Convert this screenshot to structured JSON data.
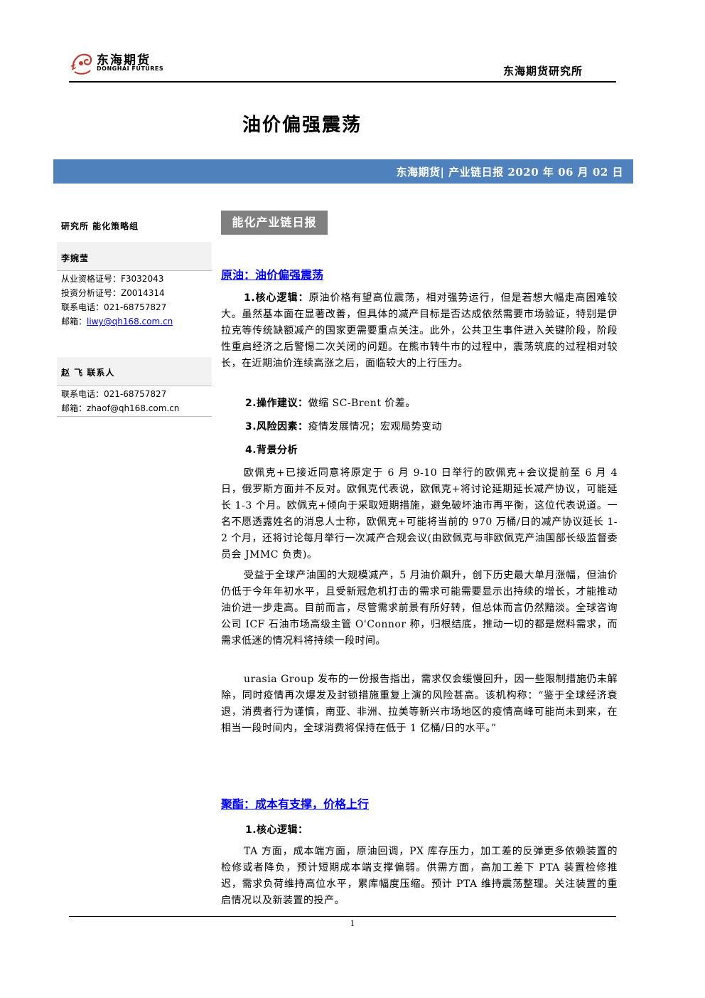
{
  "header": {
    "logo_cn": "东海期货",
    "logo_en": "DONGHAI FUTURES",
    "institute": "东海期货研究所"
  },
  "title": "油价偏强震荡",
  "banner": "东海期货| 产业链日报 2020 年 06 月 02 日",
  "sidebar": {
    "dept": "研究所   能化策略组",
    "analyst1": {
      "name": "李婉莹",
      "qual": "从业资格证号：F3032043",
      "invest": "投资分析证号：Z0014314",
      "phone": "联系电话：021-68757827",
      "email_label": "邮箱：",
      "email": "liwy@qh168.com.cn"
    },
    "analyst2": {
      "name": "赵  飞     联系人",
      "phone": "联系电话：021-68757827",
      "email": "邮箱：zhaof@qh168.com.cn"
    }
  },
  "tag": "能化产业链日报",
  "sections": {
    "crude": {
      "heading": "原油：油价偏强震荡",
      "item1_label": "1.核心逻辑：",
      "item1_text": "原油价格有望高位震荡，相对强势运行，但是若想大幅走高困难较大。虽然基本面在显著改善，但具体的减产目标是否达成依然需要市场验证，特别是伊拉克等传统缺额减产的国家更需要重点关注。此外，公共卫生事件进入关键阶段，阶段性重启经济之后警惕二次关闭的问题。在熊市转牛市的过程中，震荡筑底的过程相对较长，在近期油价连续高涨之后，面临较大的上行压力。",
      "item2_label": "2.操作建议：",
      "item2_text": "做缩 SC-Brent 价差。",
      "item3_label": "3.风险因素：",
      "item3_text": "疫情发展情况；宏观局势变动",
      "item4_label": "4.背景分析",
      "p1": "欧佩克+已接近同意将原定于 6 月 9-10 日举行的欧佩克+会议提前至 6 月 4 日，俄罗斯方面并不反对。欧佩克代表说，欧佩克+将讨论延期延长减产协议，可能延长 1-3 个月。欧佩克+倾向于采取短期措施，避免破坏油市再平衡，这位代表说道。一名不愿透露姓名的消息人士称，欧佩克+可能将当前的 970 万桶/日的减产协议延长 1-2 个月，还将讨论每月举行一次减产合规会议(由欧佩克与非欧佩克产油国部长级监督委员会 JMMC 负责)。",
      "p2": "受益于全球产油国的大规模减产，5 月油价飙升，创下历史最大单月涨幅，但油价仍低于今年年初水平，且受新冠危机打击的需求可能需要显示出持续的增长，才能推动油价进一步走高。目前而言，尽管需求前景有所好转，但总体而言仍然黯淡。全球咨询公司 ICF 石油市场高级主管 O'Connor 称，归根结底，推动一切的都是燃料需求，而需求低迷的情况料将持续一段时间。",
      "p3": "urasia Group 发布的一份报告指出，需求仅会缓慢回升，因一些限制措施仍未解除，同时疫情再次爆发及封锁措施重复上演的风险甚高。该机构称：“鉴于全球经济衰退，消费者行为谨慎，南亚、非洲、拉美等新兴市场地区的疫情高峰可能尚未到来，在相当一段时间内，全球消费将保持在低于 1 亿桶/日的水平。”"
    },
    "polyester": {
      "heading": "聚酯：成本有支撑，价格上行",
      "item1_label": "1.核心逻辑：",
      "p1": "TA 方面，成本端方面，原油回调，PX 库存压力，加工差的反弹更多依赖装置的检修或者降负，预计短期成本端支撑偏弱。供需方面，高加工差下 PTA 装置检修推迟，需求负荷维持高位水平，累库幅度压缩。预计 PTA 维持震荡整理。关注装置的重启情况以及新装置的投产。"
    }
  },
  "page_number": "1",
  "colors": {
    "banner": "#4f81bd",
    "tag": "#808080",
    "link": "#0000ff",
    "logo_red": "#c0392b"
  }
}
